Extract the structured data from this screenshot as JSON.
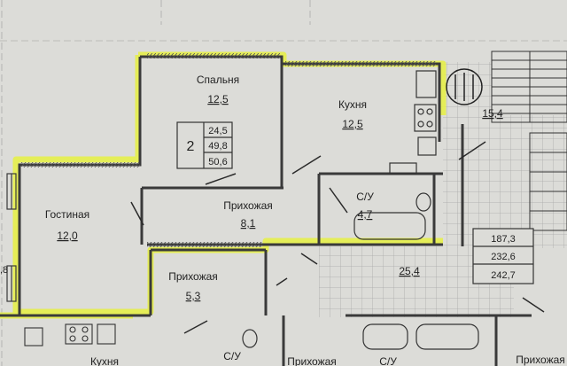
{
  "rooms": {
    "bedroom": {
      "name": "Спальня",
      "area": "12,5"
    },
    "kitchen": {
      "name": "Кухня",
      "area": "12,5"
    },
    "living": {
      "name": "Гостиная",
      "area": "12,0"
    },
    "hall_main": {
      "name": "Прихожая",
      "area": "8,1"
    },
    "hall_small": {
      "name": "Прихожая",
      "area": "5,3"
    },
    "bathroom": {
      "name": "С/У",
      "area": "4,7"
    },
    "corridor_area": "25,4",
    "stair_area": "15,4",
    "left_edge": ",8",
    "bottom_kitchen": "Кухня",
    "bottom_su_1": "С/У",
    "bottom_hall_1": "Прихожая",
    "bottom_su_2": "С/У",
    "bottom_hall_2": "Прихожая"
  },
  "apartment_box": {
    "rooms": "2",
    "values": [
      "24,5",
      "49,8",
      "50,6"
    ]
  },
  "floor_box": {
    "values": [
      "187,3",
      "232,6",
      "242,7"
    ]
  },
  "colors": {
    "paper": "#dcdcd8",
    "wall": "#3a3a3a",
    "highlight": "#e6ef4a",
    "grid": "#a8a8a8"
  }
}
